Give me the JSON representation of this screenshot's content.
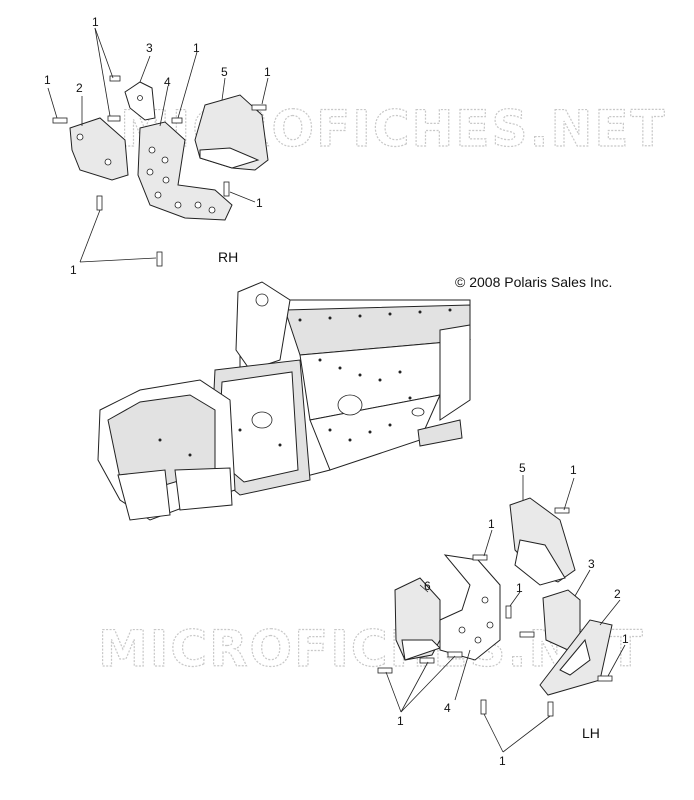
{
  "copyright": "© 2008 Polaris Sales Inc.",
  "watermark": "MICROFICHES.NET",
  "groups": {
    "rh": "RH",
    "lh": "LH"
  },
  "callouts": {
    "rh_1a": "1",
    "rh_1b": "1",
    "rh_1c": "1",
    "rh_1d": "1",
    "rh_1e": "1",
    "rh_1f": "1",
    "rh_2": "2",
    "rh_3": "3",
    "rh_4": "4",
    "rh_5": "5",
    "lh_1a": "1",
    "lh_1b": "1",
    "lh_1c": "1",
    "lh_1d": "1",
    "lh_1e": "1",
    "lh_1f": "1",
    "lh_2": "2",
    "lh_3": "3",
    "lh_4": "4",
    "lh_5": "5",
    "lh_6": "6"
  },
  "colors": {
    "line": "#222222",
    "watermark": "#c8c8c8",
    "shade": "#e9e9e9"
  }
}
